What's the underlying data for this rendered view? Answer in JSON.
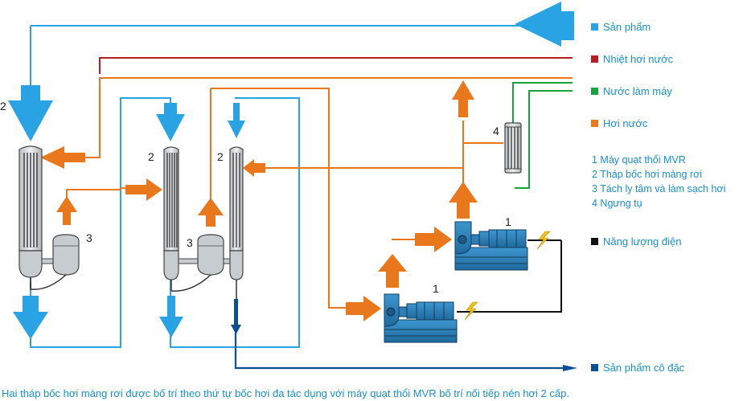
{
  "legend": [
    {
      "label": "Sản phẩm",
      "color": "#29a3e3"
    },
    {
      "label": "Nhiệt hơi nước",
      "color": "#b41e23"
    },
    {
      "label": "Nước làm máy",
      "color": "#1aa03c"
    },
    {
      "label": "Hơi nước",
      "color": "#e9771b"
    }
  ],
  "notes": [
    "1 Máy quạt thổi MVR",
    "2 Tháp bốc hơi màng rơi",
    "3  Tách ly tâm và làm sạch hơi",
    "4  Ngưng tụ"
  ],
  "energy": {
    "label": "Năng lượng điện",
    "color": "#111111"
  },
  "concentrate": {
    "label": "Sản phẩm cô đặc",
    "color": "#0b4f93"
  },
  "component_numbers": [
    "1",
    "1",
    "2",
    "2",
    "2",
    "3",
    "3",
    "4"
  ],
  "caption": "Hai tháp bốc hơi màng rơi được bố trí theo thứ tự bốc hơi đa tác dụng với máy quạt thổi MVR bố trí nối tiếp nén hơi 2 cấp.",
  "colors": {
    "product": "#29a3e3",
    "steam": "#e9771b",
    "heating": "#b41e23",
    "cooling": "#1aa03c",
    "concentrate": "#0b4f93",
    "equipment": "#c7ccd1",
    "machine": "#2e7fb5",
    "lightning": "#f2c21a"
  }
}
